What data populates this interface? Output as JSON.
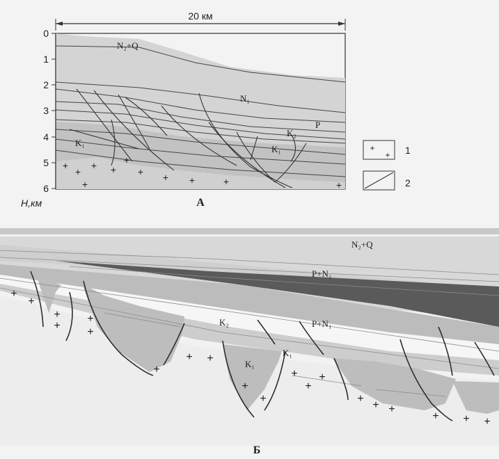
{
  "figure_a": {
    "scale_label": "20 км",
    "axis_title": "H,км",
    "depth_ticks": [
      "0",
      "1",
      "2",
      "3",
      "4",
      "5",
      "6"
    ],
    "panel_label": "А",
    "units": {
      "n2q": "N2+Q",
      "n1": "N1",
      "p": "P",
      "k2": "K2",
      "k1_left": "K1",
      "k1_mid": "K1"
    }
  },
  "legend": {
    "items": [
      {
        "number": "1",
        "meaning_symbol": "crystalline-basement-crosses"
      },
      {
        "number": "2",
        "meaning_symbol": "fault-line"
      }
    ]
  },
  "figure_b": {
    "panel_label": "Б",
    "units": {
      "n2q": "N2+Q",
      "pn1_upper": "P+N1",
      "pn1_lower": "P+N1",
      "k2": "K2",
      "k1_a": "K1",
      "k1_b": "K1"
    }
  },
  "colors": {
    "paper": "#f3f3f3",
    "light_fill": "#d6d6d6",
    "mid_fill": "#c3c3c3",
    "dark_band": "#5a5a5a",
    "line": "#333333"
  }
}
